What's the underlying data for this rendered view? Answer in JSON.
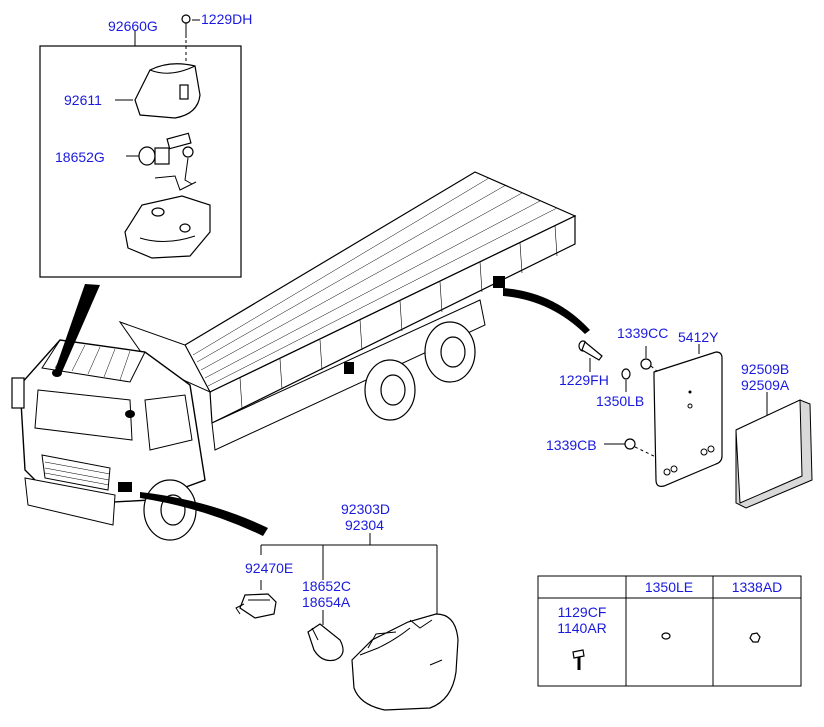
{
  "callouts": {
    "inset_assembly": "92660G",
    "inset_screw": "1229DH",
    "inset_lens": "92611",
    "inset_bulb": "18652G",
    "bracket_screw": "1229FH",
    "bracket_nut_top": "1339CC",
    "bracket_washer": "1350LB",
    "bracket_nut_bottom": "1339CB",
    "bracket_plate": "5412Y",
    "reflector_a": "92509B",
    "reflector_b": "92509A",
    "side_lamp_a": "92303D",
    "side_lamp_b": "92304",
    "socket": "92470E",
    "side_bulb_a": "18652C",
    "side_bulb_b": "18654A"
  },
  "fastener_table": {
    "headers": [
      "",
      "1350LE",
      "1338AD"
    ],
    "row_label_1": "1129CF",
    "row_label_2": "1140AR"
  }
}
